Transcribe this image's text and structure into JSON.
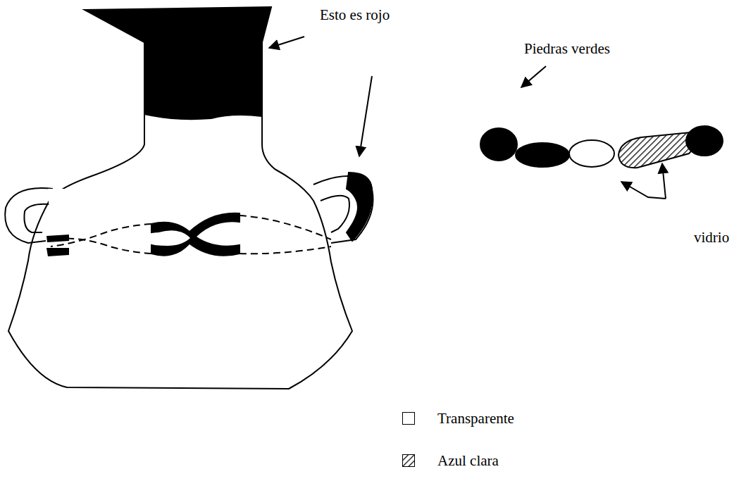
{
  "diagram": {
    "labels": [
      "Esto es rojo",
      "Piedras verdes",
      "vidrio"
    ],
    "legend": [
      {
        "text": "Transparente",
        "color": "#ffffff"
      },
      {
        "text": "Azul clara"
      }
    ]
  }
}
